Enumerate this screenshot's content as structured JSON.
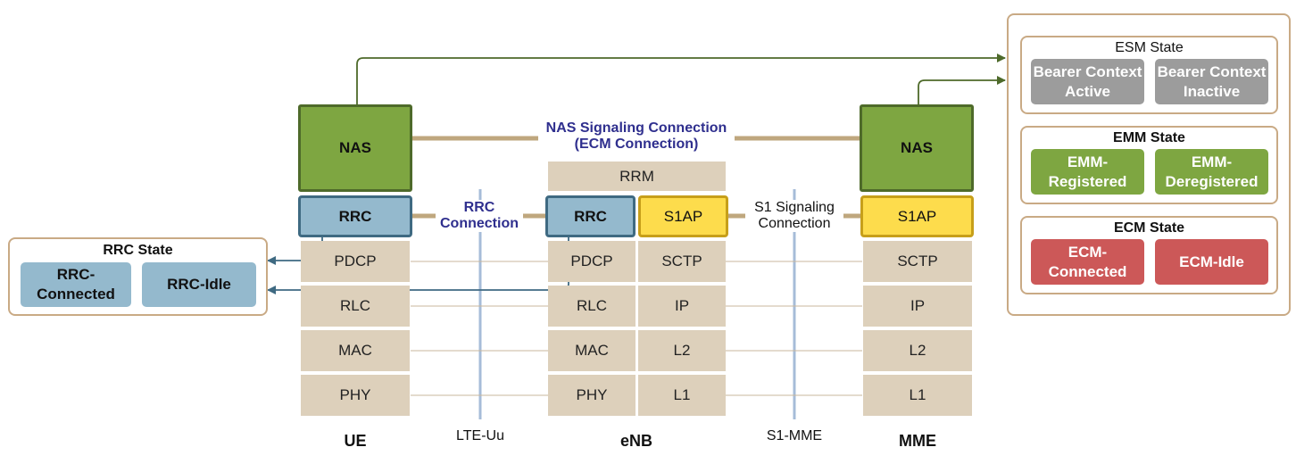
{
  "ue": {
    "nas": "NAS",
    "rrc": "RRC",
    "layers": [
      "PDCP",
      "RLC",
      "MAC",
      "PHY"
    ],
    "label": "UE"
  },
  "enb": {
    "rrm": "RRM",
    "rrc": "RRC",
    "s1ap": "S1AP",
    "left_layers": [
      "PDCP",
      "RLC",
      "MAC",
      "PHY"
    ],
    "right_layers": [
      "SCTP",
      "IP",
      "L2",
      "L1"
    ],
    "label": "eNB"
  },
  "mme": {
    "nas": "NAS",
    "s1ap": "S1AP",
    "layers": [
      "SCTP",
      "IP",
      "L2",
      "L1"
    ],
    "label": "MME"
  },
  "interfaces": {
    "lte_uu": "LTE-Uu",
    "s1_mme": "S1-MME"
  },
  "connections": {
    "nas_line1": "NAS Signaling Connection",
    "nas_line2": "(ECM Connection)",
    "rrc_line1": "RRC",
    "rrc_line2": "Connection",
    "s1_line1": "S1 Signaling",
    "s1_line2": "Connection"
  },
  "rrc_state": {
    "title": "RRC State",
    "connected_1": "RRC-",
    "connected_2": "Connected",
    "idle": "RRC-Idle"
  },
  "esm_state": {
    "title": "ESM State",
    "active_1": "Bearer Context",
    "active_2": "Active",
    "inactive_1": "Bearer Context",
    "inactive_2": "Inactive"
  },
  "emm_state": {
    "title": "EMM State",
    "registered_1": "EMM-",
    "registered_2": "Registered",
    "deregistered_1": "EMM-",
    "deregistered_2": "Deregistered"
  },
  "ecm_state": {
    "title": "ECM State",
    "connected_1": "ECM-",
    "connected_2": "Connected",
    "idle": "ECM-Idle"
  },
  "colors": {
    "nas_green": "#7ea641",
    "rrc_blue": "#94b9cd",
    "s1ap_yellow": "#fddc4c",
    "layer_tan": "#ddd0bb",
    "connection_text": "#2f2f8e",
    "gray_state": "#9c9c9c",
    "red_state": "#cc5858"
  }
}
